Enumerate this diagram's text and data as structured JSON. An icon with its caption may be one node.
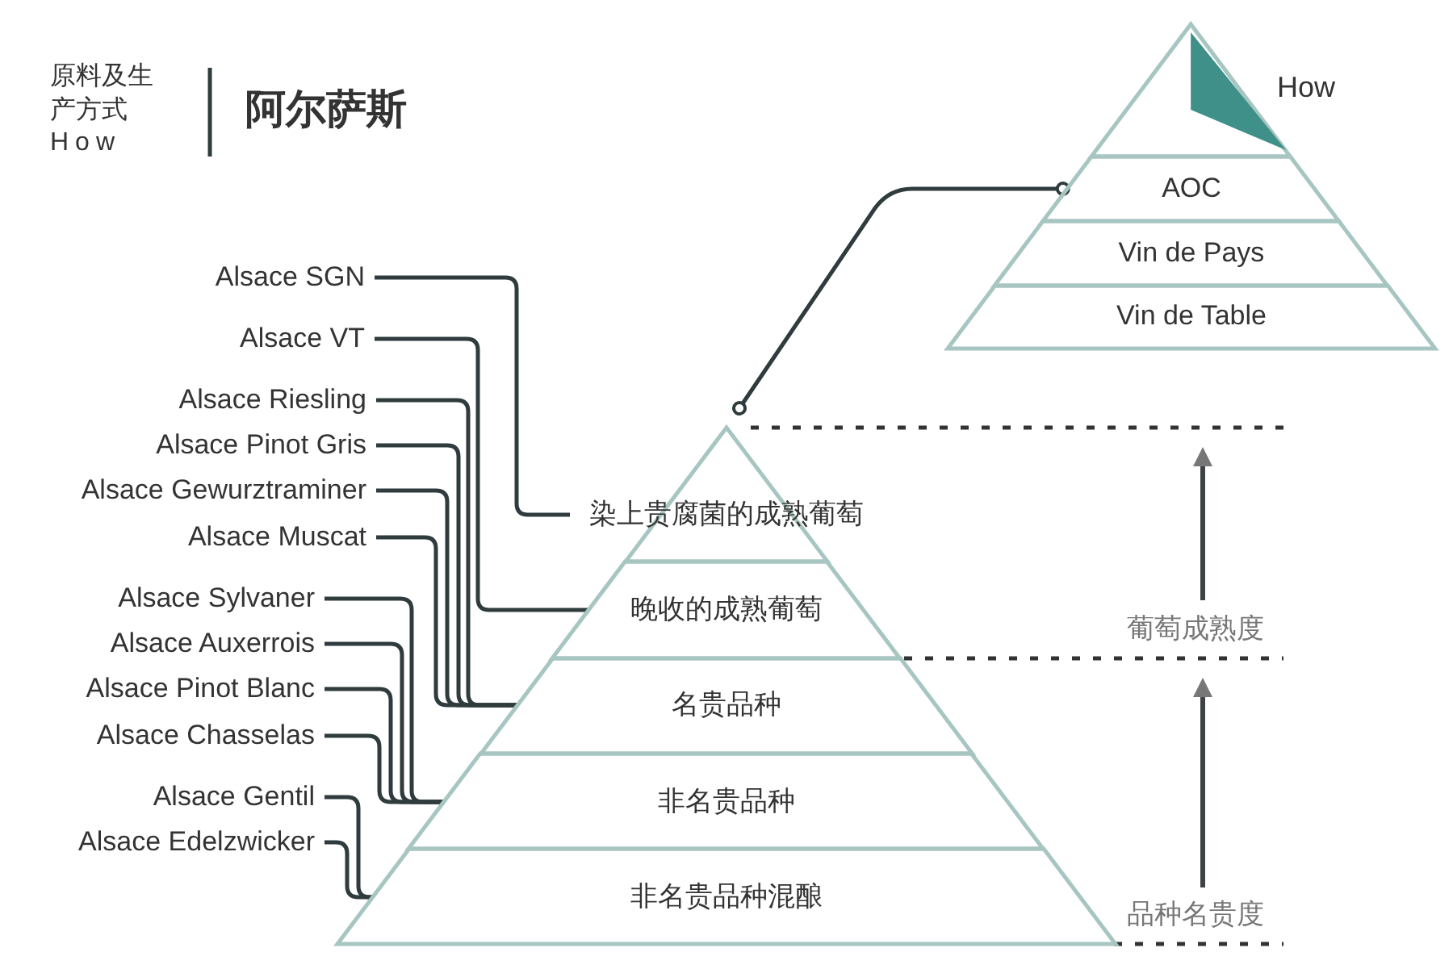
{
  "diagram": {
    "title": "阿尔萨斯",
    "nodes": [
      {
        "text": [
          "染上贵腐菌的成熟葡萄"
        ]
      },
      {
        "text": [
          "晚收的成熟葡萄"
        ]
      },
      {
        "text": [
          "名贵品种"
        ]
      },
      {
        "text": [
          "非名贵品种"
        ]
      },
      {
        "text": [
          "非名贵品种混酿"
        ]
      },
      {
        "text": [],
        "shape": "triangle",
        "beside": [
          "How"
        ]
      },
      {
        "text": [
          "AOC"
        ]
      },
      {
        "text": [
          "Vin de Pays"
        ]
      },
      {
        "text": [
          "Vin de Table"
        ]
      },
      {
        "text": [
          "Alsace SGN"
        ]
      },
      {
        "text": [
          "Alsace VT"
        ]
      },
      {
        "text": [
          "Alsace Riesling"
        ]
      },
      {
        "text": [
          "Alsace Pinot Gris"
        ]
      },
      {
        "text": [
          "Alsace Gewurztraminer"
        ]
      },
      {
        "text": [
          "Alsace Muscat"
        ]
      },
      {
        "text": [
          "Alsace Sylvaner"
        ]
      },
      {
        "text": [
          "Alsace Auxerrois"
        ]
      },
      {
        "text": [
          "Alsace Pinot Blanc"
        ]
      },
      {
        "text": [
          "Alsace Chasselas"
        ]
      },
      {
        "text": [
          "Alsace Gentil"
        ]
      },
      {
        "text": [
          "Alsace Edelzwicker"
        ]
      }
    ],
    "edges": [
      {
        "from": 9,
        "to": 0,
        "arrow": "none"
      },
      {
        "from": 10,
        "to": 1,
        "arrow": "none"
      },
      {
        "from": 11,
        "to": 2,
        "arrow": "none"
      },
      {
        "from": 12,
        "to": 2,
        "arrow": "none"
      },
      {
        "from": 13,
        "to": 2,
        "arrow": "none"
      },
      {
        "from": 14,
        "to": 2,
        "arrow": "none"
      },
      {
        "from": 15,
        "to": 3,
        "arrow": "none"
      },
      {
        "from": 16,
        "to": 3,
        "arrow": "none"
      },
      {
        "from": 17,
        "to": 3,
        "arrow": "none"
      },
      {
        "from": 18,
        "to": 3,
        "arrow": "none"
      },
      {
        "from": 19,
        "to": 4,
        "arrow": "none"
      },
      {
        "from": 20,
        "to": 4,
        "arrow": "none"
      },
      {
        "from": 0,
        "to": 6,
        "arrow": "other"
      }
    ],
    "labels": [
      "原料及生产方式",
      "How",
      "葡萄成熟度",
      "品种名贵度"
    ]
  }
}
